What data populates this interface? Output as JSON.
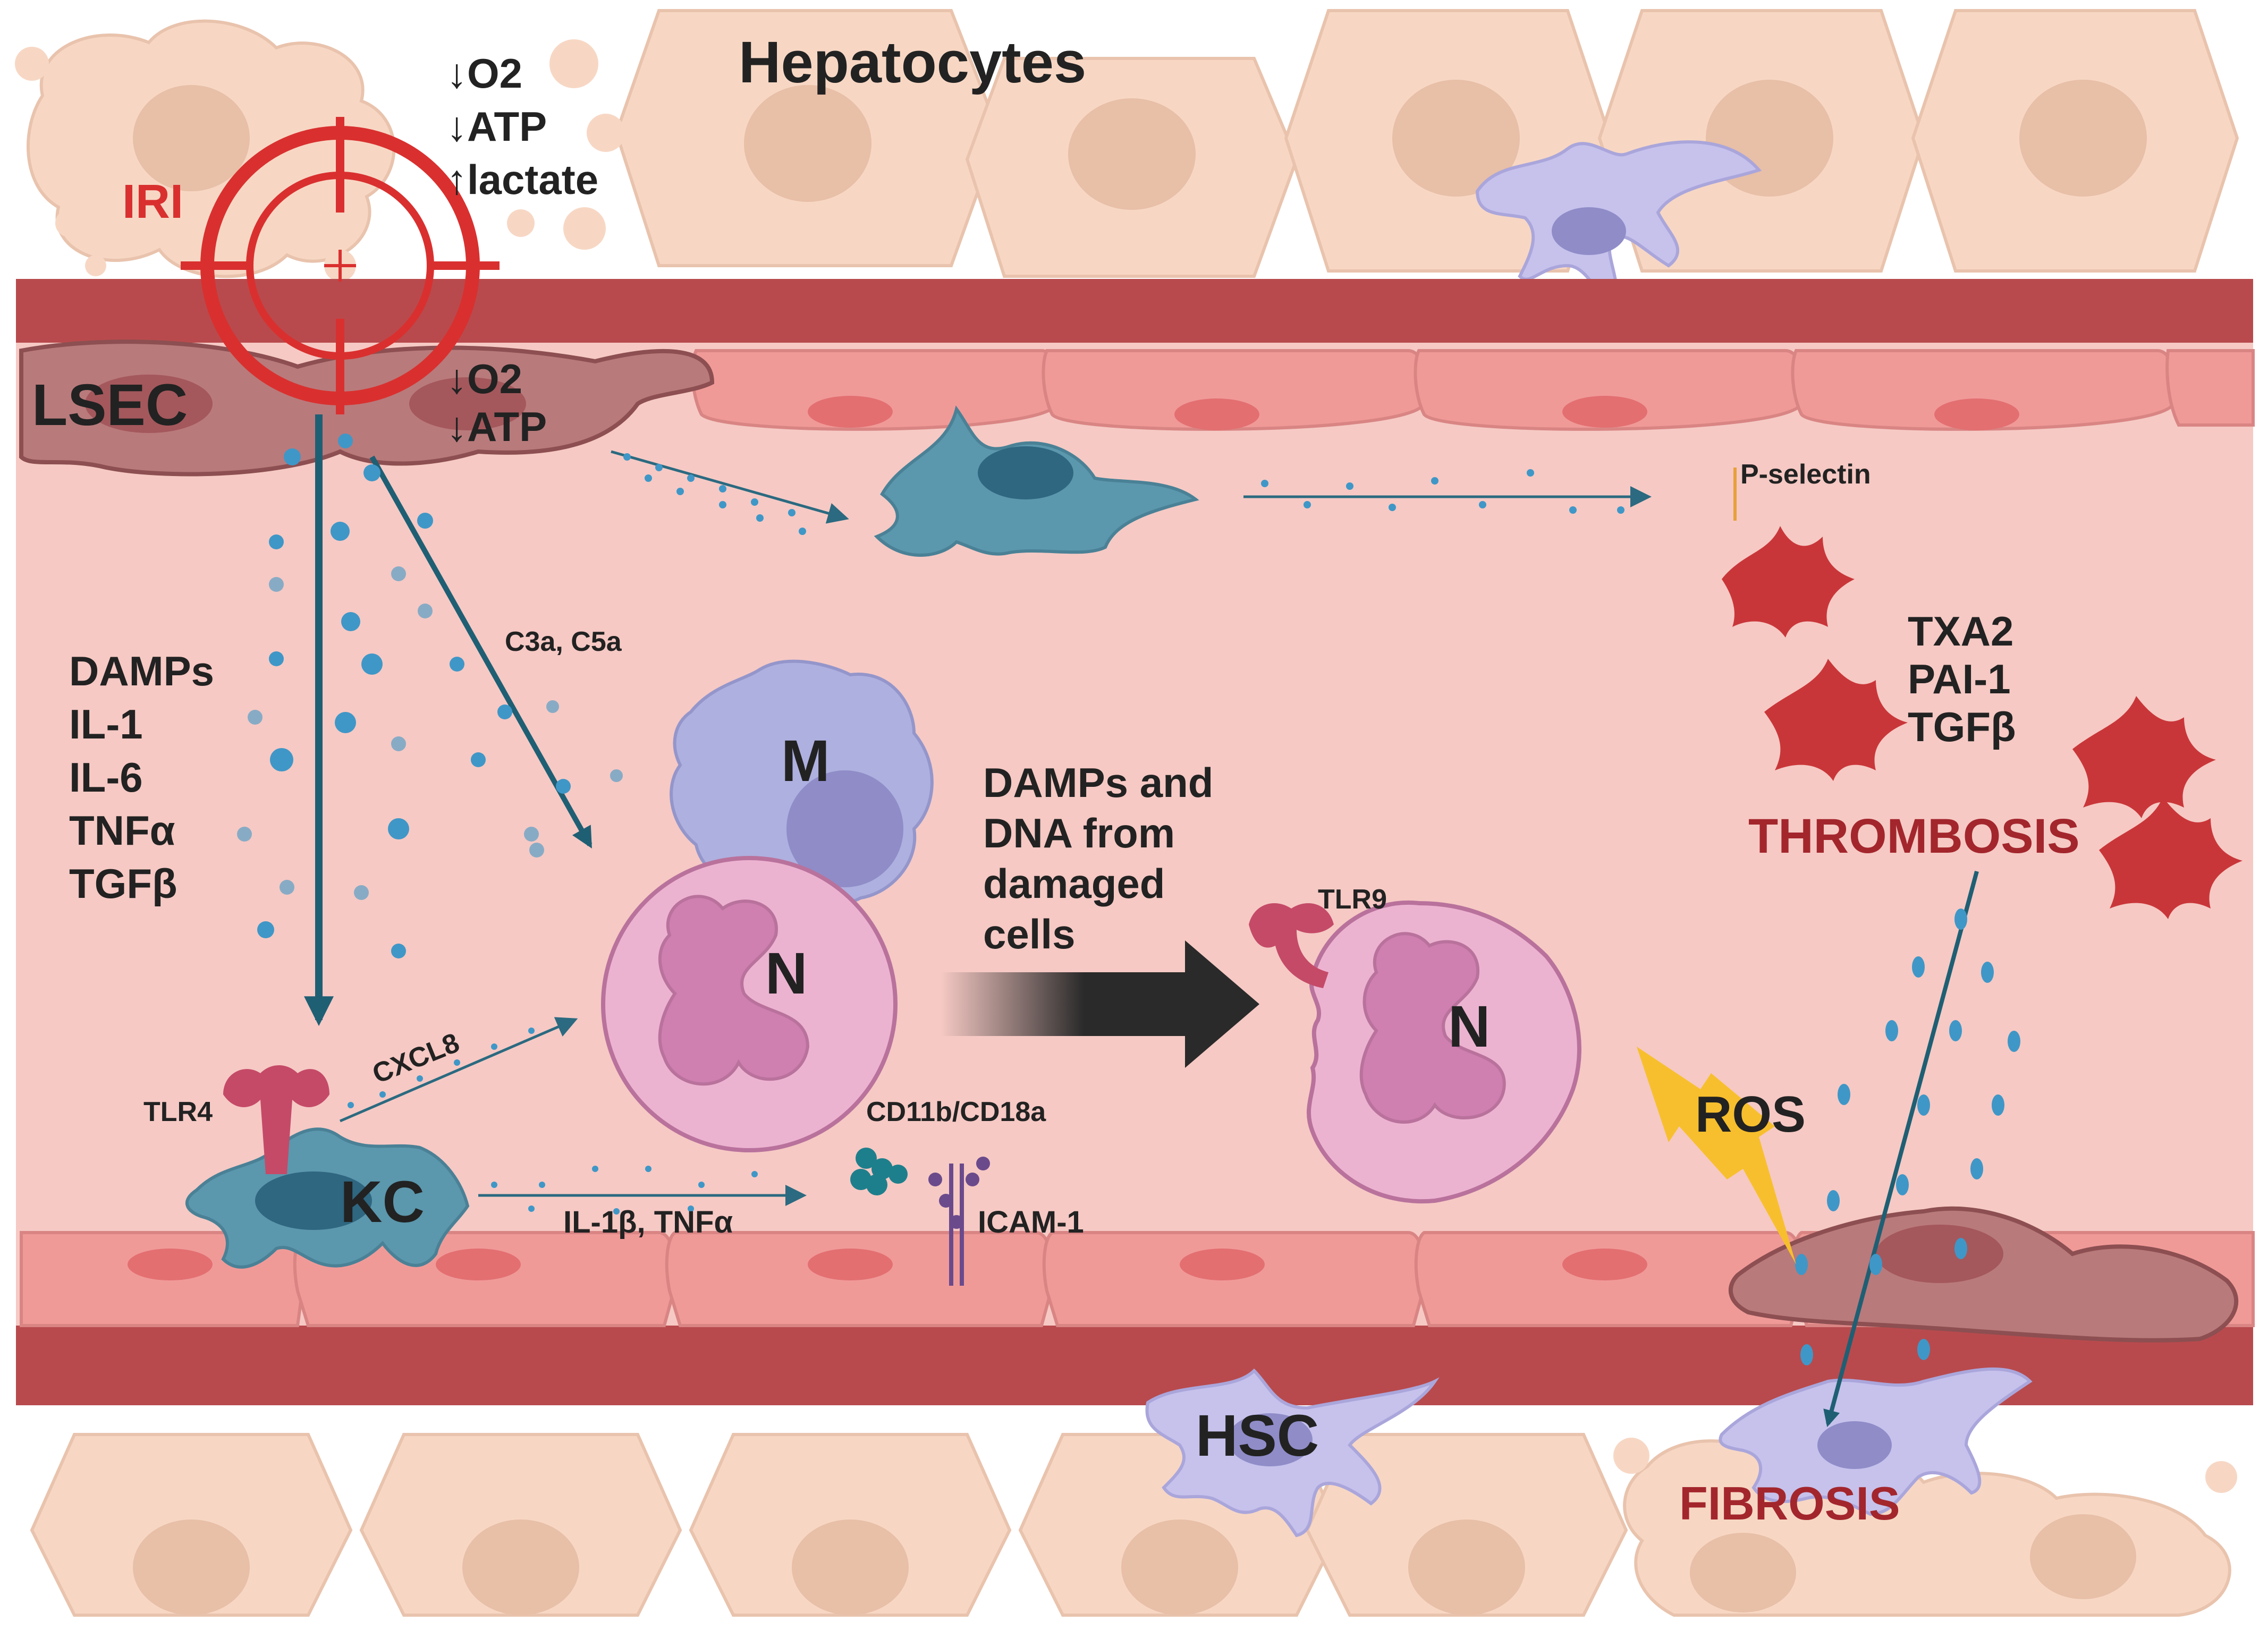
{
  "labels": {
    "hepatocytes": "Hepatocytes",
    "iri": "IRI",
    "o2_top": "↓O2",
    "atp_top": "↓ATP",
    "lactate": "↑lactate",
    "lsec": "LSEC",
    "o2_lsec": "↓O2",
    "atp_lsec": "↓ATP",
    "damps": "DAMPs",
    "il1": "IL-1",
    "il6": "IL-6",
    "tnfa": "TNFα",
    "tgfb": "TGFβ",
    "c3a_c5a": "C3a, C5a",
    "m": "M",
    "n_main": "N",
    "damps_dna_1": "DAMPs and",
    "damps_dna_2": "DNA from",
    "damps_dna_3": "damaged",
    "damps_dna_4": "cells",
    "tlr9": "TLR9",
    "n_right": "N",
    "p_selectin": "P-selectin",
    "txa2": "TXA2",
    "pai1": "PAI-1",
    "tgfb_right": "TGFβ",
    "thrombosis": "THROMBOSIS",
    "ros": "ROS",
    "tlr4": "TLR4",
    "cxcl8": "CXCL8",
    "kc": "KC",
    "il1b_tnfa": "IL-1β, TNFα",
    "cd11b": "CD11b/CD18a",
    "icam1": "ICAM-1",
    "hsc": "HSC",
    "fibrosis": "FIBROSIS"
  },
  "colors": {
    "hepatocyte": "#f7d7c4",
    "hepatocyte_nucleus": "#e8bfa7",
    "vessel_wall": "#b84a4d",
    "lumen": "#f6c9c4",
    "endothelial": "#f09a98",
    "kupffer": "#5b97ad",
    "neutrophil": "#ecb3d1",
    "neutrophil_nucleus": "#cf7fb0",
    "macrophage": "#aeb0df",
    "platelet": "#c93639",
    "target_red": "#d9302f",
    "ros_yellow": "#f7bf2d",
    "text_dark": "#222222",
    "text_red": "#a3262d"
  }
}
